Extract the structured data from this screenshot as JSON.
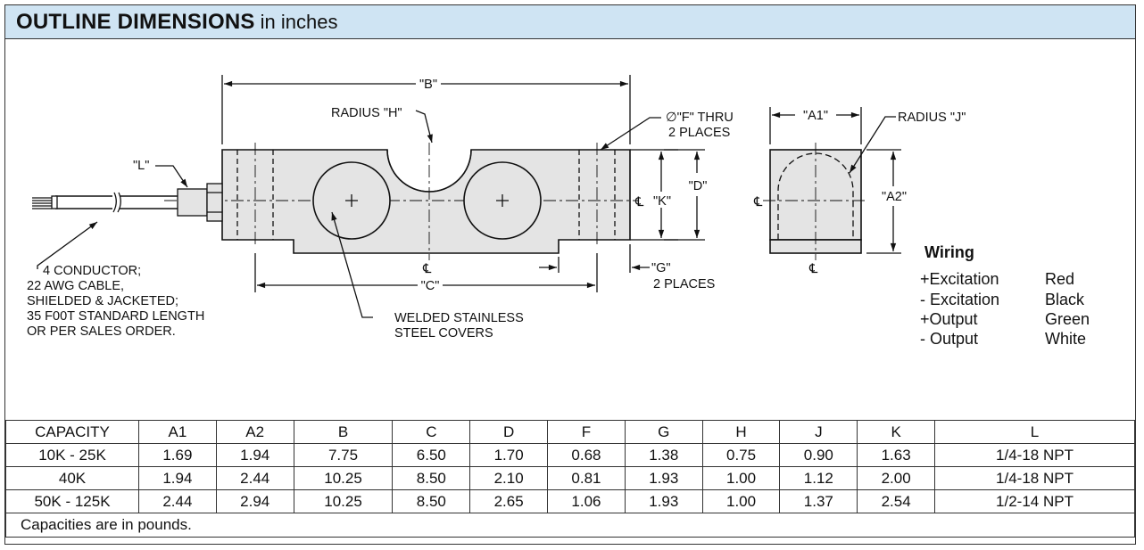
{
  "header": {
    "title_bold": "OUTLINE DIMENSIONS",
    "title_rest": "in inches"
  },
  "labels": {
    "B": "\"B\"",
    "radius_h": "RADIUS \"H\"",
    "f_thru_1": "∅\"F\" THRU",
    "f_thru_2": "2 PLACES",
    "L": "\"L\"",
    "K": "\"K\"",
    "D": "\"D\"",
    "C": "\"C\"",
    "G": "\"G\"",
    "G_places": "2 PLACES",
    "A1": "\"A1\"",
    "A2": "\"A2\"",
    "radius_j": "RADIUS \"J\"",
    "centerline": "℄",
    "cable_note": [
      "4 CONDUCTOR;",
      "22 AWG CABLE,",
      "SHIELDED & JACKETED;",
      "35 F00T STANDARD LENGTH",
      "OR PER SALES ORDER."
    ],
    "cover_note": [
      "WELDED STAINLESS",
      "STEEL COVERS"
    ]
  },
  "wiring": {
    "title": "Wiring",
    "rows": [
      {
        "signal": "+Excitation",
        "color": "Red"
      },
      {
        "signal": "- Excitation",
        "color": "Black"
      },
      {
        "signal": "+Output",
        "color": "Green"
      },
      {
        "signal": "- Output",
        "color": "White"
      }
    ]
  },
  "table": {
    "headers": [
      "CAPACITY",
      "A1",
      "A2",
      "B",
      "C",
      "D",
      "F",
      "G",
      "H",
      "J",
      "K",
      "L"
    ],
    "rows": [
      [
        "10K - 25K",
        "1.69",
        "1.94",
        "7.75",
        "6.50",
        "1.70",
        "0.68",
        "1.38",
        "0.75",
        "0.90",
        "1.63",
        "1/4-18 NPT"
      ],
      [
        "40K",
        "1.94",
        "2.44",
        "10.25",
        "8.50",
        "2.10",
        "0.81",
        "1.93",
        "1.00",
        "1.12",
        "2.00",
        "1/4-18 NPT"
      ],
      [
        "50K - 125K",
        "2.44",
        "2.94",
        "10.25",
        "8.50",
        "2.65",
        "1.06",
        "1.93",
        "1.00",
        "1.37",
        "2.54",
        "1/2-14 NPT"
      ]
    ],
    "note": "Capacities are in pounds."
  },
  "colors": {
    "header_bg": "#cfe4f3",
    "body_fill": "#e4e4e4",
    "line": "#111111"
  }
}
